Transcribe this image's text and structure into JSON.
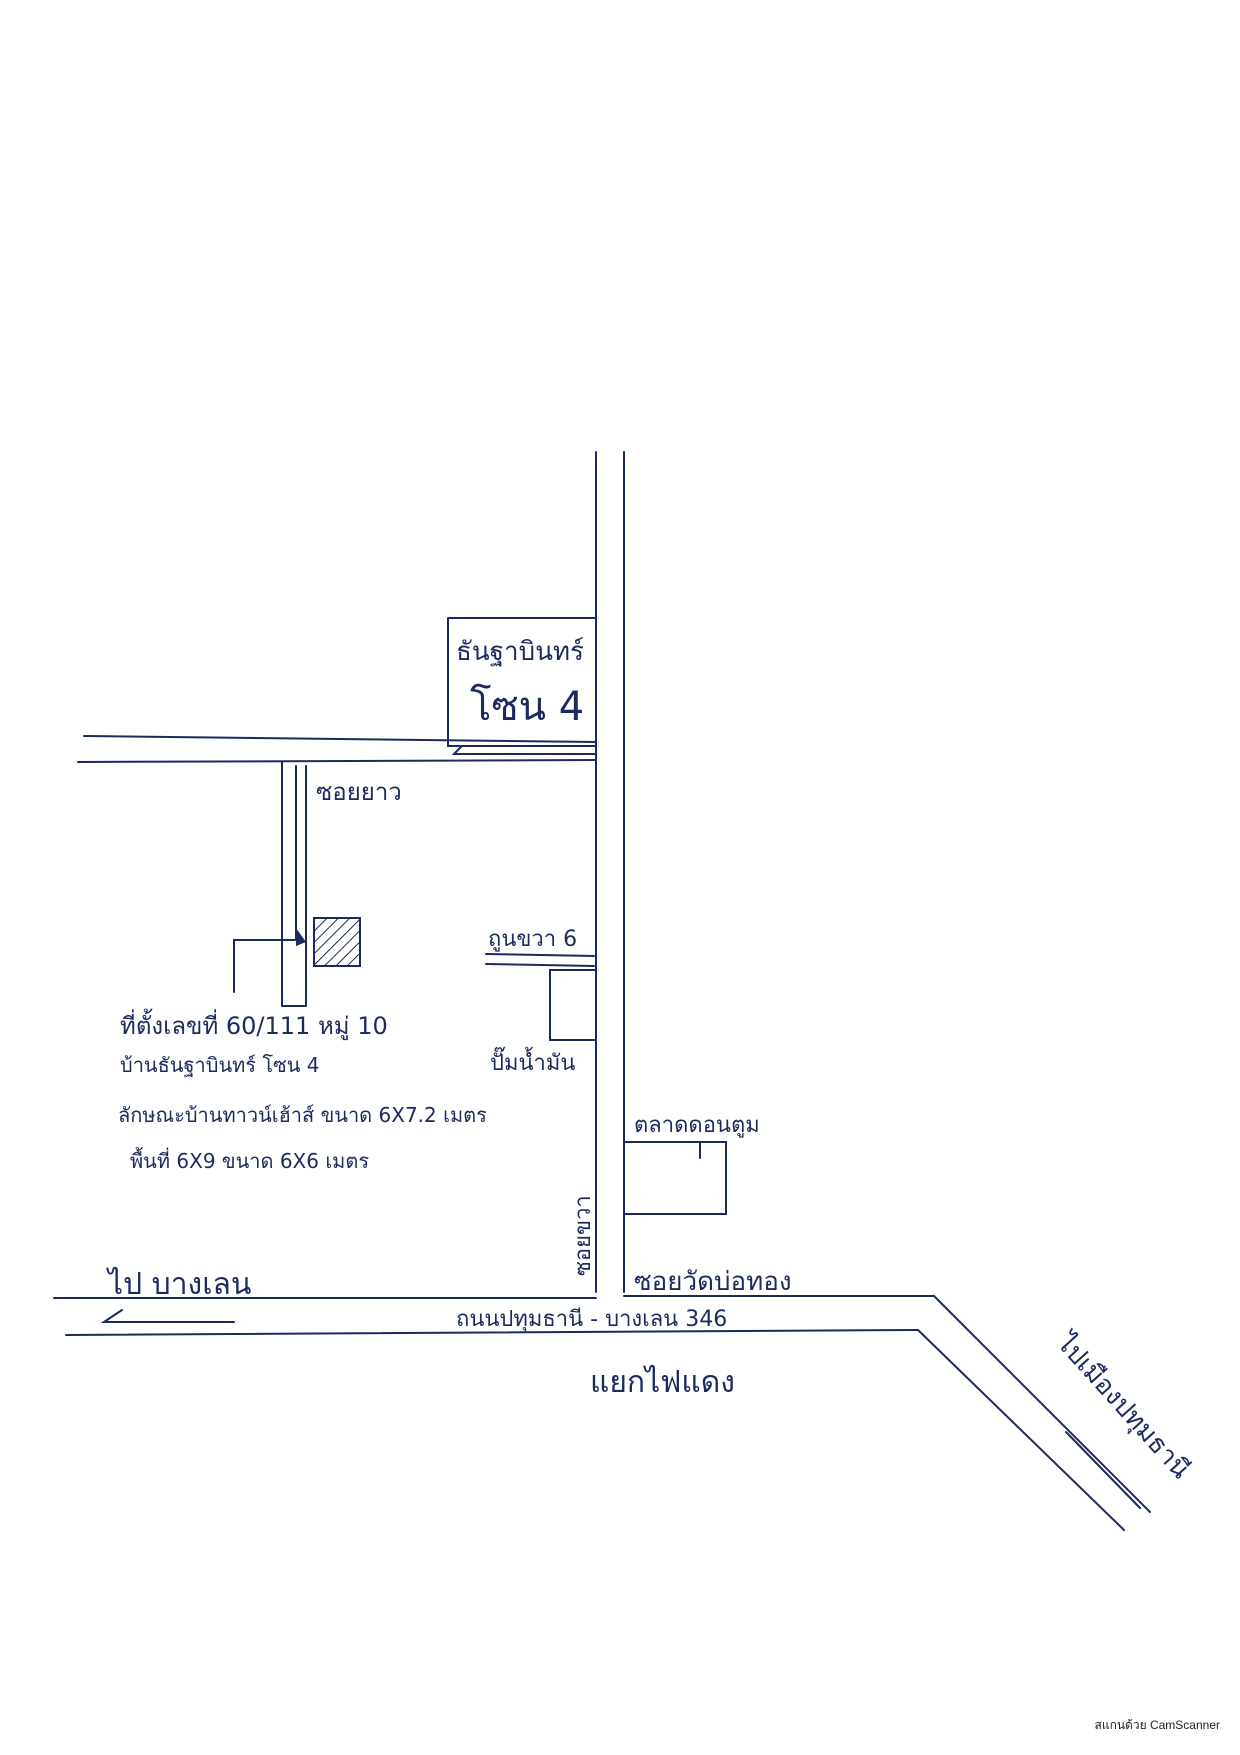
{
  "labels": {
    "landmark_name": "ธันฐาบินทร์",
    "landmark_sub": "โซน 4",
    "soi_yao": "ซอยยาว",
    "turn_right_6": "ถูนขวา 6",
    "petrol_station": "ปั๊มน้ำมัน",
    "market": "ตลาดดอนตูม",
    "soi_wat": "ซอยวัดบ่อทอง",
    "soi_right": "ซอยขวา",
    "main_road": "ถนนปทุมธานี - บางเลน 346",
    "to_banglen": "ไป บางเลน",
    "intersection": "แยกไฟแดง",
    "to_pathum": "ไปเมืองปทุมธานี"
  },
  "notes": {
    "line1": "ที่ตั้งเลขที่ 60/111 หมู่ 10",
    "line2": "บ้านธันฐาบินทร์ โซน 4",
    "line3": "ลักษณะบ้านทาวน์เฮ้าส์ ขนาด 6X7.2 เมตร",
    "line4": "พื้นที่ 6X9 ขนาด 6X6 เมตร"
  },
  "watermark": "สแกนด้วย CamScanner",
  "colors": {
    "ink": "#1c2a5e"
  }
}
